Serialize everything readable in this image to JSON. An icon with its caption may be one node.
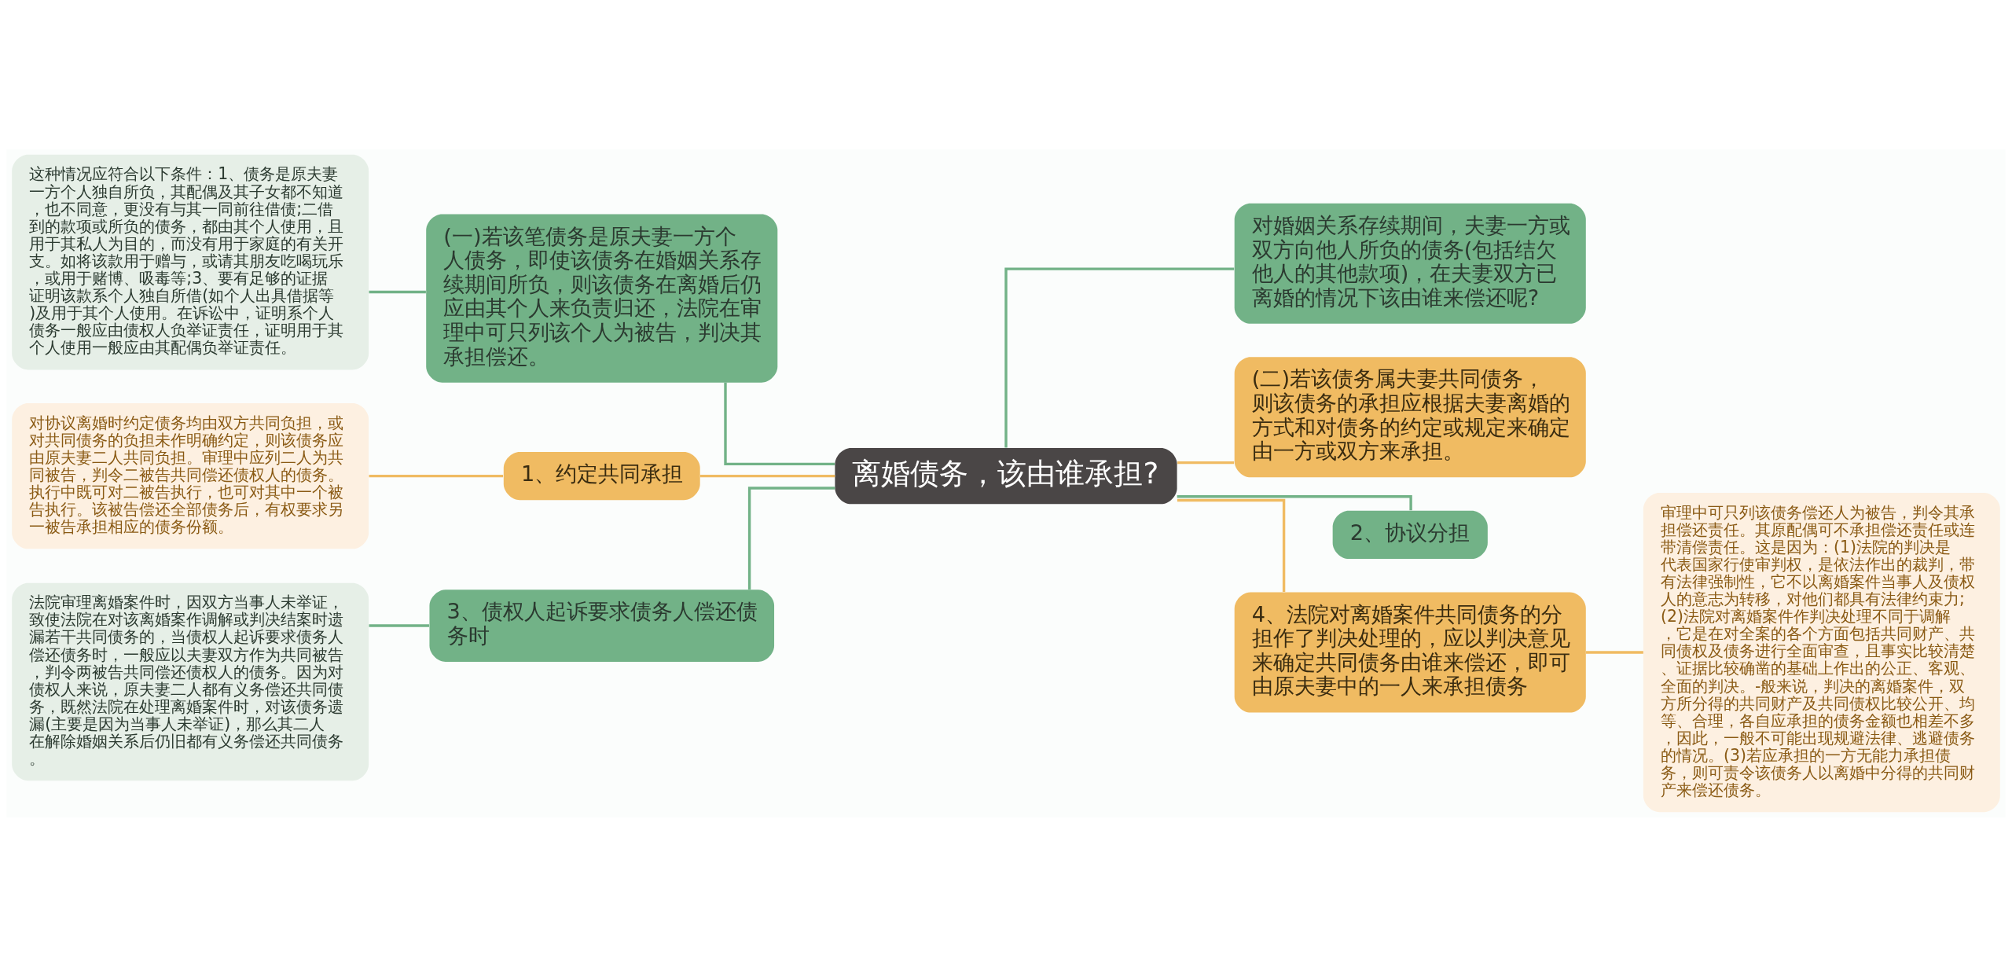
{
  "diagram": {
    "nodes": [
      {
        "text": [
          "离婚债务，该由谁承担?"
        ]
      },
      {
        "text": [
          "(一)若该笔债务是原夫妻一方个人债务，即使该债务在婚姻关系存续期间所负，则该债务在离婚后仍应由其个人来负责归还，法院在审理中可只列该个人为被告，判决其承担偿还。"
        ]
      },
      {
        "text": [
          "这种情况应符合以下条件：1、债务是原夫妻一方个人独自所负，其配偶及其子女都不知道，也不同意，更没有与其一同前往借债;二借到的款项或所负的债务，都由其个人使用，且用于其私人为目的，而没有用于家庭的有关开支。如将该款用于赠与，或请其朋友吃喝玩乐，或用于赌博、吸毒等;3、要有足够的证据证明该款系个人独自所借(如个人出具借据等)及用于其个人使用。在诉讼中，证明系个人债务一般应由债权人负举证责任，证明用于其个人使用一般应由其配偶负举证责任。"
        ]
      },
      {
        "text": [
          "1、约定共同承担"
        ]
      },
      {
        "text": [
          "对协议离婚时约定债务均由双方共同负担，或对共同债务的负担未作明确约定，则该债务应由原夫妻二人共同负担。审理中应列二人为共同被告，判令二被告共同偿还债权人的债务。执行中既可对二被告执行，也可对其中一个被告执行。该被告偿还全部债务后，有权要求另一被告承担相应的债务份额。"
        ]
      },
      {
        "text": [
          "3、债权人起诉要求债务人偿还债务时"
        ]
      },
      {
        "text": [
          "法院审理离婚案件时，因双方当事人未举证，致使法院在对该离婚案作调解或判决结案时遗漏若干共同债务的，当债权人起诉要求债务人偿还债务时，一般应以夫妻双方作为共同被告，判令两被告共同偿还债权人的债务。因为对债权人来说，原夫妻二人都有义务偿还共同债务，既然法院在处理离婚案件时，对该债务遗漏(主要是因为当事人未举证)，那么其二人在解除婚姻关系后仍旧都有义务偿还共同债务。"
        ]
      },
      {
        "text": [
          "对婚姻关系存续期间，夫妻一方或双方向他人所负的债务(包括结欠他人的其他款项)，在夫妻双方已离婚的情况下该由谁来偿还呢?"
        ]
      },
      {
        "text": [
          "(二)若该债务属夫妻共同债务，则该债务的承担应根据夫妻离婚的方式和对债务的约定或规定来确定由一方或双方来承担。"
        ]
      },
      {
        "text": [
          "2、协议分担"
        ]
      },
      {
        "text": [
          "4、法院对离婚案件共同债务的分担作了判决处理的，应以判决意见来确定共同债务由谁来偿还，即可由原夫妻中的一人来承担债务"
        ]
      },
      {
        "text": [
          "审理中可只列该债务偿还人为被告，判令其承担偿还责任。其原配偶可不承担偿还责任或连带清偿责任。这是因为：(1)法院的判决是代表国家行使审判权，是依法作出的裁判，带有法律强制性，它不以离婚案件当事人及债权人的意志为转移，对他们都具有法律约束力;(2)法院对离婚案件作判决处理不同于调解，它是在对全案的各个方面包括共同财产、共同债权及债务进行全面审查，且事实比较清楚、证据比较确凿的基础上作出的公正、客观、全面的判决。-般来说，判决的离婚案件，双方所分得的共同财产及共同债权比较公开、均等、合理，各自应承担的债务金额也相差不多，因此，一般不可能出现规避法律、逃避债务的情况。(3)若应承担的一方无能力承担债务，则可责令该债务人以离婚中分得的共同财产来偿还债务。"
        ]
      }
    ],
    "edges": [
      {
        "from": 0,
        "to": 1,
        "arrow": "none"
      },
      {
        "from": 1,
        "to": 2,
        "arrow": "none"
      },
      {
        "from": 0,
        "to": 3,
        "arrow": "none",
        "color": "#f0bb62"
      },
      {
        "from": 3,
        "to": 4,
        "arrow": "none",
        "color": "#f0bb62"
      },
      {
        "from": 0,
        "to": 5,
        "arrow": "none"
      },
      {
        "from": 5,
        "to": 6,
        "arrow": "none"
      },
      {
        "from": 0,
        "to": 7,
        "arrow": "none"
      },
      {
        "from": 0,
        "to": 8,
        "arrow": "none",
        "color": "#f0bb62"
      },
      {
        "from": 0,
        "to": 9,
        "arrow": "none"
      },
      {
        "from": 0,
        "to": 10,
        "arrow": "none",
        "color": "#f0bb62"
      },
      {
        "from": 10,
        "to": 11,
        "arrow": "none",
        "color": "#f0bb62"
      }
    ]
  }
}
